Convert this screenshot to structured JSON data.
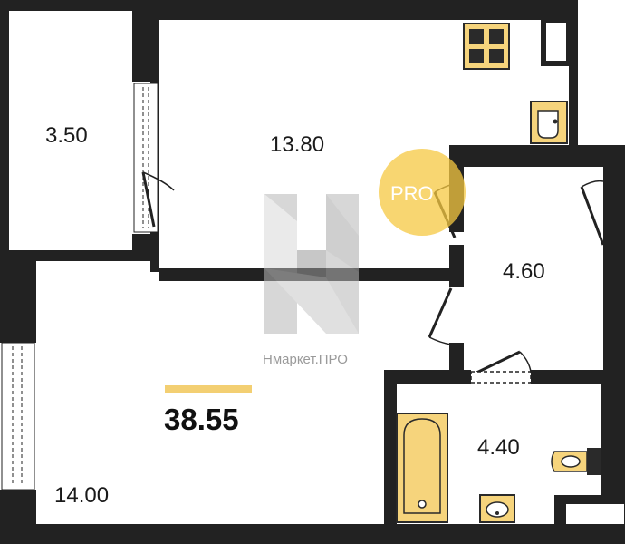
{
  "rooms": [
    {
      "id": "balcony",
      "area": "3.50"
    },
    {
      "id": "kitchen",
      "area": "13.80"
    },
    {
      "id": "hall",
      "area": "4.60"
    },
    {
      "id": "living",
      "area": "14.00"
    },
    {
      "id": "bathroom",
      "area": "4.40"
    }
  ],
  "total_area": "38.55",
  "watermark": {
    "brand": "Нмаркет.ПРО",
    "badge": "PRO"
  },
  "colors": {
    "wall": "#222222",
    "fixture_fill": "#f6d47c",
    "fixture_stroke": "#2a2a2a",
    "accent_bar": "#f3cf72",
    "badge_fill": "#f5c842",
    "watermark_gray": "#8a8a8a"
  }
}
